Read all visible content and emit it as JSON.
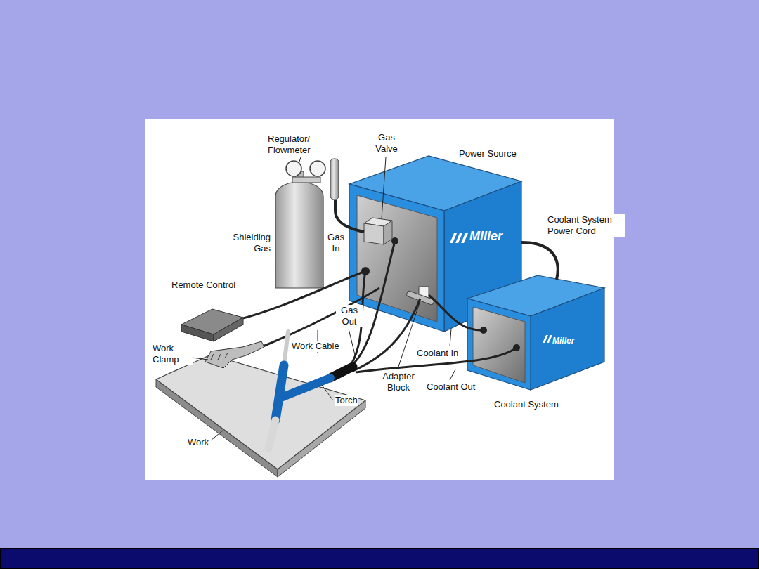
{
  "diagram": {
    "labels": [
      "Regulator/ Flowmeter",
      "Gas Valve",
      "Power Source",
      "Shielding Gas",
      "Gas In",
      "Coolant System Power Cord",
      "Miller",
      "Remote Control",
      "Gas Out",
      "Work Clamp",
      "Work Cable",
      "Coolant In",
      "Miller",
      "Adapter Block",
      "Coolant Out",
      "Torch",
      "Coolant System",
      "Work"
    ]
  }
}
